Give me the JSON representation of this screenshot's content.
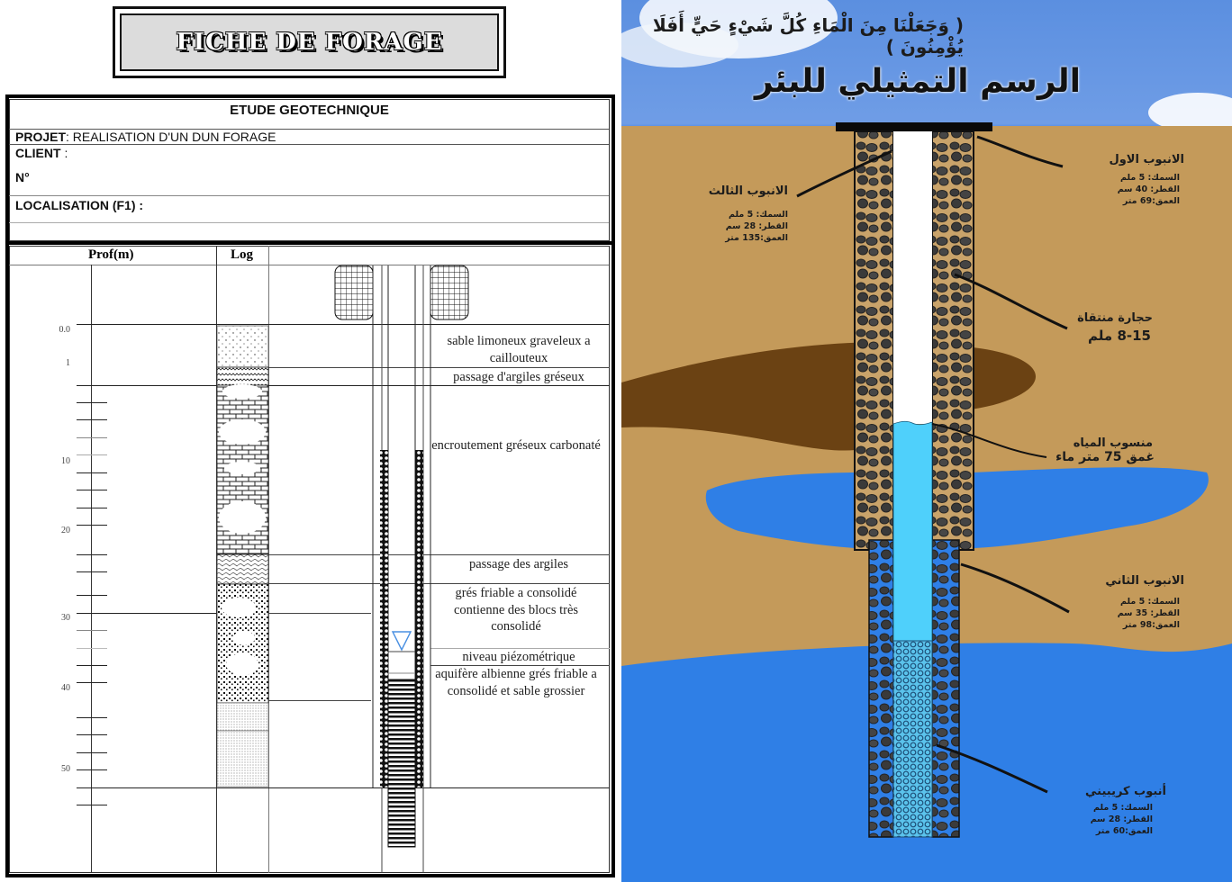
{
  "fiche": {
    "title": "FICHE DE FORAGE",
    "study": "ETUDE GEOTECHNIQUE",
    "projet_label": "PROJET",
    "projet_value": ": REALISATION D'UN  DUN FORAGE",
    "client_label": "CLIENT",
    "client_value": ":",
    "numero_label": "N°",
    "localisation_label": "LOCALISATION   (F1)  :",
    "col_prof": "Prof(m)",
    "col_log": "Log",
    "depth_labels": [
      "0.0",
      "1",
      "10",
      "20",
      "30",
      "40",
      "50"
    ],
    "layers": [
      {
        "description": "sable limoneux graveleux a caillouteux",
        "pattern": "dots"
      },
      {
        "description": "passage d'argiles gréseux",
        "pattern": "waves"
      },
      {
        "description": "encroutement gréseux carbonaté",
        "pattern": "brick-limestone"
      },
      {
        "description": "passage des argiles",
        "pattern": "fine-waves"
      },
      {
        "description": "grés friable a consolidé contienne des blocs très consolidé",
        "pattern": "coarse-dots-blocks"
      },
      {
        "description": "niveau piézométrique",
        "pattern": "water-level"
      },
      {
        "description": "aquifère albienne grés friable a consolidé et sable grossier",
        "pattern": "fine-stipple"
      }
    ],
    "water_level_symbol": "▽"
  },
  "well": {
    "verse": "( وَجَعَلْنَا مِنَ الْمَاءِ كُلَّ شَيْءٍ حَيٍّ أَفَلَا يُؤْمِنُونَ )",
    "title": "الرسم التمثيلي للبئر",
    "pipe1": {
      "name": "الانبوب الاول",
      "thickness": "السمك: 5 ملم",
      "diameter": "القطر: 40 سم",
      "depth": "العمق:69 متر"
    },
    "pipe3": {
      "name": "الانبوب الثالث",
      "thickness": "السمك: 5 ملم",
      "diameter": "القطر: 28 سم",
      "depth": "العمق:135 متر"
    },
    "gravel": {
      "name": "حجارة منتقاة",
      "size": "8-15 ملم"
    },
    "water_level": {
      "name": "منسوب المياه",
      "depth": "غمق 75 متر ماء"
    },
    "pipe2": {
      "name": "الانبوب الثاني",
      "thickness": "السمك: 5 ملم",
      "diameter": "القطر: 35 سم",
      "depth": "العمق:98 متر"
    },
    "screen": {
      "name": "أنبوب كريبيني",
      "thickness": "السمك: 5 ملم",
      "diameter": "القطر: 28 سم",
      "depth": "العمق:60 متر"
    },
    "colors": {
      "sky": "#5f92e4",
      "soil": "#c49a5a",
      "clay": "#6b4213",
      "aquifer": "#2f7fe6",
      "water": "#4fd0fb",
      "gravel": "#3a3a3a"
    }
  }
}
